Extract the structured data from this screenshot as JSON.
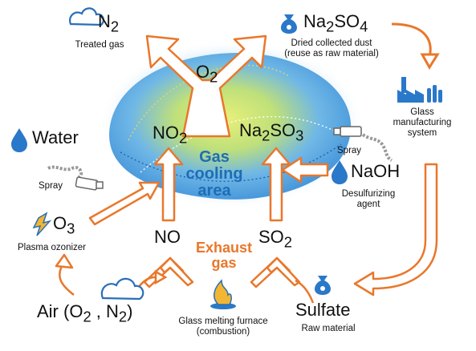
{
  "colors": {
    "arrow_stroke": "#e9772b",
    "cloud_stroke": "#2a6fb7",
    "drop_fill": "#2a78c9",
    "gas_blue": "#3d8fd8",
    "gas_green": "#d4e86a",
    "text_blue": "#1f6db5"
  },
  "nodes": {
    "n2": {
      "main": "N",
      "sub": "2",
      "caption": "Treated gas"
    },
    "na2so4": {
      "main_a": "Na",
      "sub_a": "2",
      "main_b": "SO",
      "sub_b": "4",
      "caption_1": "Dried collected dust",
      "caption_2": "(reuse as raw material)"
    },
    "o2": {
      "main": "O",
      "sub": "2"
    },
    "no2": {
      "main": "NO",
      "sub": "2"
    },
    "na2so3": {
      "main_a": "Na",
      "sub_a": "2",
      "main_b": "SO",
      "sub_b": "3"
    },
    "gas_cooling": {
      "line_1": "Gas",
      "line_2": "cooling",
      "line_3": "area"
    },
    "water": {
      "label": "Water"
    },
    "spray_left": {
      "label": "Spray"
    },
    "spray_right": {
      "label": "Spray"
    },
    "naoh": {
      "label": "NaOH",
      "caption_1": "Desulfurizing",
      "caption_2": "agent"
    },
    "o3": {
      "main": "O",
      "sub": "3",
      "caption": "Plasma ozonizer"
    },
    "no": {
      "label": "NO"
    },
    "so2": {
      "main": "SO",
      "sub": "2"
    },
    "exhaust": {
      "line_1": "Exhaust",
      "line_2": "gas"
    },
    "glass_system": {
      "line_1": "Glass",
      "line_2": "manufacturing",
      "line_3": "system"
    },
    "air": {
      "prefix": "Air (O",
      "sub_a": "2",
      "mid": " , N",
      "sub_b": "2",
      "suffix": ")"
    },
    "furnace": {
      "line_1": "Glass melting furnace",
      "line_2": "(combustion)"
    },
    "sulfate": {
      "label": "Sulfate",
      "caption": "Raw material"
    }
  },
  "icons": [
    "cloud-icon",
    "money-bag-icon",
    "factory-icon",
    "water-drop-icon",
    "spray-nozzle-icon",
    "lightning-icon",
    "flame-icon"
  ]
}
